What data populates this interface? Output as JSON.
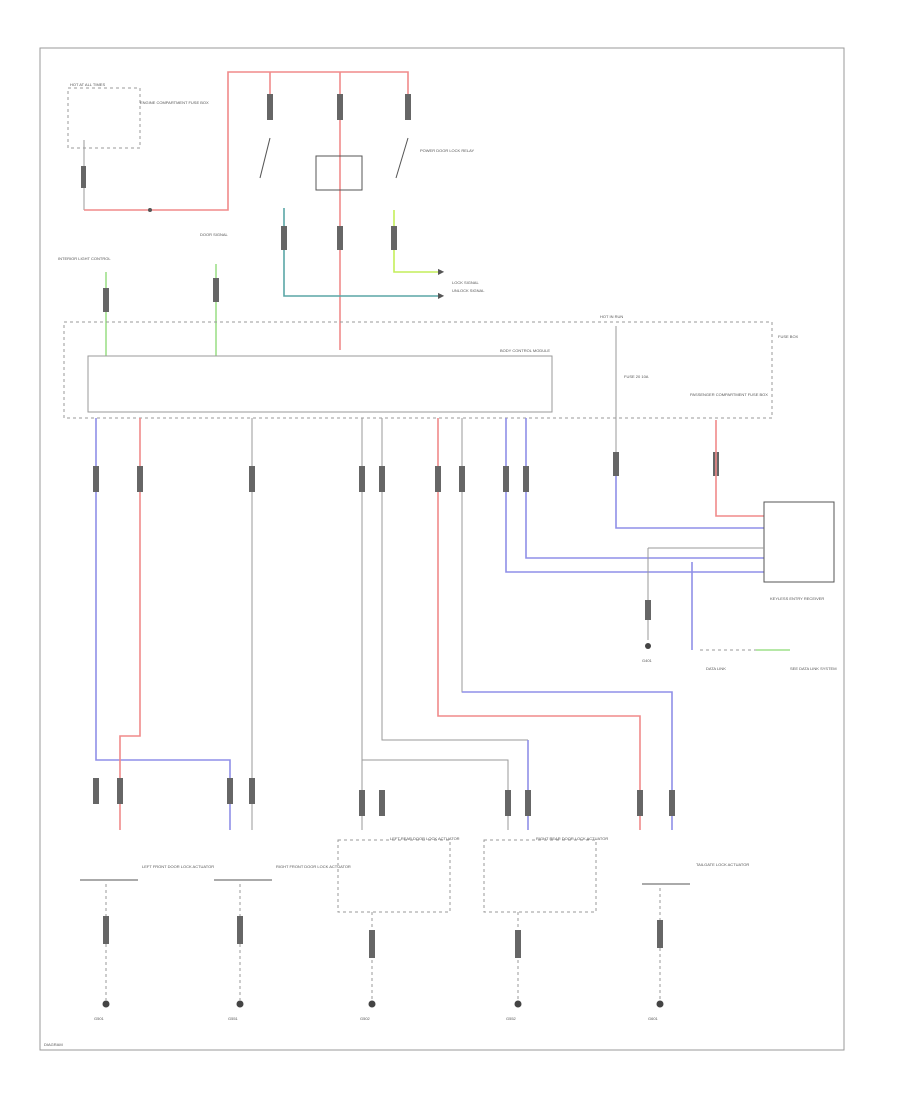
{
  "diagram": {
    "colors": {
      "red": "#f08a8a",
      "blue": "#8f8fe8",
      "teal": "#5aa6a6",
      "green": "#9ee08a",
      "lime": "#c4ee5a",
      "gray": "#9a9a9a",
      "component_outline": "#555555"
    },
    "labels": {
      "top_left_fuse": "HOT AT ALL TIMES",
      "top_left_fuse_desc": "ENGINE COMPARTMENT FUSE BOX",
      "relay_desc": "POWER DOOR LOCK RELAY",
      "left_tag_1": "INTERIOR LIGHT CONTROL",
      "left_tag_2": "DOOR SIGNAL",
      "to_right_1": "LOCK SIGNAL",
      "to_right_2": "UNLOCK SIGNAL",
      "control_unit_label": "BODY CONTROL MODULE",
      "right_top_ref": "HOT IN RUN",
      "right_fuse": "FUSE 20 10A",
      "right_box_tag": "FUSE BOX",
      "right_fuse2_desc": "PASSENGER COMPARTMENT FUSE BOX",
      "right_module": "KEYLESS ENTRY RECEIVER",
      "ground_a": "G401",
      "right_note_a": "DATA LINK",
      "right_note_b": "SEE DATA LINK SYSTEM",
      "actuator_1": "LEFT FRONT DOOR LOCK ACTUATOR",
      "actuator_2": "RIGHT FRONT DOOR LOCK ACTUATOR",
      "actuator_3": "LEFT REAR DOOR LOCK ACTUATOR",
      "actuator_4": "RIGHT REAR DOOR LOCK ACTUATOR",
      "actuator_5": "TAILGATE LOCK ACTUATOR",
      "ground_1": "G501",
      "ground_2": "G551",
      "ground_3": "G502",
      "ground_4": "G552",
      "ground_5": "G601",
      "footer_tag": "DIAGRAM"
    }
  }
}
